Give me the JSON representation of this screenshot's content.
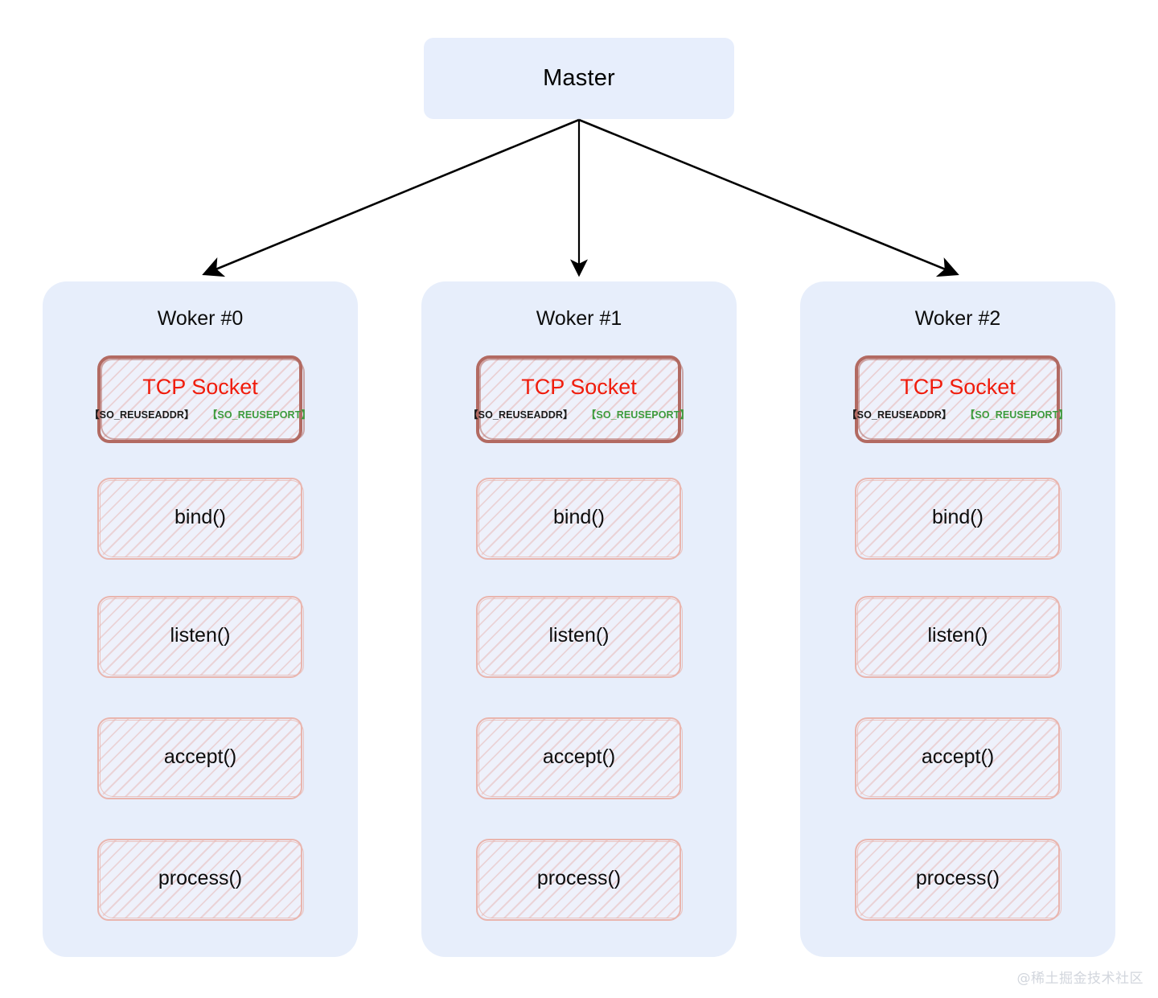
{
  "diagram": {
    "background_color": "#ffffff",
    "master": {
      "label": "Master",
      "fill": "#e7eefc"
    },
    "panel_fill": "#e7eefb",
    "accent_red": "#f01b0b",
    "accent_green": "#3d9b3d",
    "sketch_border_light": "#e9b5ae",
    "sketch_border_dark": "#b26a62",
    "arrow_color": "#000000",
    "edges_from_master": [
      {
        "from": "Master",
        "to": "Woker #0"
      },
      {
        "from": "Master",
        "to": "Woker #1"
      },
      {
        "from": "Master",
        "to": "Woker #2"
      }
    ],
    "workers": [
      {
        "title": "Woker #0",
        "socket": {
          "title": "TCP Socket",
          "flag_reuseaddr": "【SO_REUSEADDR】",
          "flag_reuseport": "【SO_REUSEPORT】"
        },
        "steps": [
          "bind()",
          "listen()",
          "accept()",
          "process()"
        ]
      },
      {
        "title": "Woker #1",
        "socket": {
          "title": "TCP Socket",
          "flag_reuseaddr": "【SO_REUSEADDR】",
          "flag_reuseport": "【SO_REUSEPORT】"
        },
        "steps": [
          "bind()",
          "listen()",
          "accept()",
          "process()"
        ]
      },
      {
        "title": "Woker #2",
        "socket": {
          "title": "TCP Socket",
          "flag_reuseaddr": "【SO_REUSEADDR】",
          "flag_reuseport": "【SO_REUSEPORT】"
        },
        "steps": [
          "bind()",
          "listen()",
          "accept()",
          "process()"
        ]
      }
    ],
    "watermark": "@稀土掘金技术社区"
  }
}
